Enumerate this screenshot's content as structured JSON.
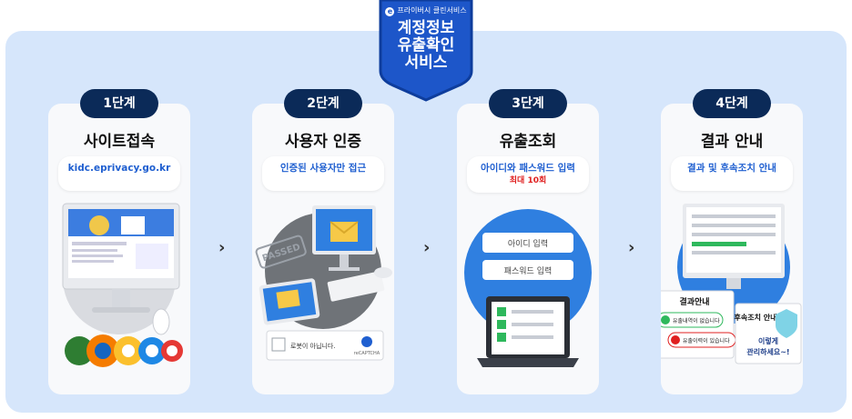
{
  "badge": {
    "brand": "프라이버시 클린서비스",
    "title": "계정정보\n유출확인\n서비스"
  },
  "steps": [
    {
      "step": "1단계",
      "title": "사이트접속",
      "sub": "kidc.eprivacy.go.kr"
    },
    {
      "step": "2단계",
      "title": "사용자 인증",
      "sub": "인증된 사용자만 접근",
      "passed": "PASSED",
      "captcha": "로봇이 아닙니다.",
      "recaptcha": "reCAPTCHA"
    },
    {
      "step": "3단계",
      "title": "유출조회",
      "sub": "아이디와 패스워드 입력",
      "sub_note": "최대 10회",
      "id_field": "아이디 입력",
      "pw_field": "패스워드 입력"
    },
    {
      "step": "4단계",
      "title": "결과 안내",
      "sub": "결과 및 후속조치 안내",
      "result_title": "결과안내",
      "no_leak": "유출내역이 없습니다",
      "leak": "유출이력이 있습니다",
      "followup_title": "후속조치 안내",
      "followup_msg": "이렇게\n관리하세요~!"
    }
  ],
  "colors": {
    "navy": "#0b2a58",
    "blue": "#1f5fd0",
    "panel": "#d6e6fb",
    "red": "#e02020"
  }
}
